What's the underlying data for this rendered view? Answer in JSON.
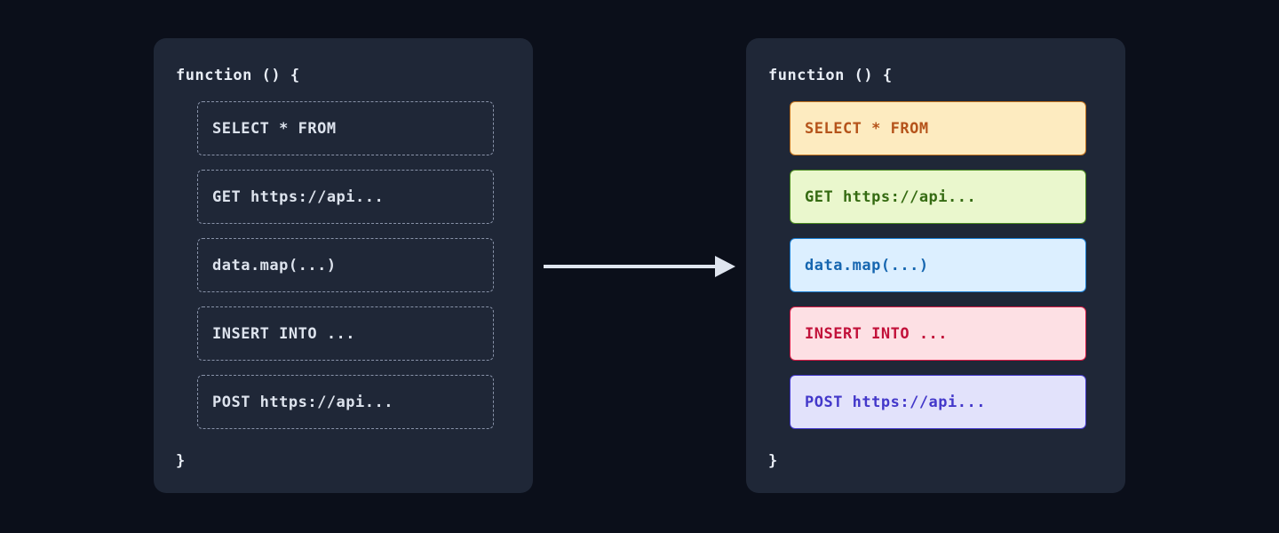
{
  "canvas": {
    "background_color": "#0b0f1a",
    "panel_color": "#1f2737"
  },
  "before_panel": {
    "name": "before",
    "function_open": "function () {",
    "function_close": "}",
    "text_color": "#dde3ed",
    "border_color": "#8892a8",
    "border_style": "dashed",
    "statements": [
      {
        "label": "SELECT * FROM"
      },
      {
        "label": "GET https://api..."
      },
      {
        "label": "data.map(...)"
      },
      {
        "label": "INSERT INTO ..."
      },
      {
        "label": "POST https://api..."
      }
    ]
  },
  "after_panel": {
    "name": "after",
    "function_open": "function () {",
    "function_close": "}",
    "statements": [
      {
        "label": "SELECT * FROM",
        "kind": "sql-select",
        "fill": "#fdebc0",
        "border": "#c2711b",
        "text": "#b5531a"
      },
      {
        "label": "GET https://api...",
        "kind": "http-get",
        "fill": "#eaf7cd",
        "border": "#4a8a1f",
        "text": "#356b12"
      },
      {
        "label": "data.map(...)",
        "kind": "compute-map",
        "fill": "#dcefff",
        "border": "#1b7fd4",
        "text": "#1666b0"
      },
      {
        "label": "INSERT INTO ...",
        "kind": "sql-insert",
        "fill": "#fde0e4",
        "border": "#d81b45",
        "text": "#c2113a"
      },
      {
        "label": "POST https://api...",
        "kind": "http-post",
        "fill": "#e2e2fb",
        "border": "#4338ca",
        "text": "#4338ca"
      }
    ]
  },
  "arrow": {
    "direction": "right",
    "color": "#dfe5ef"
  }
}
